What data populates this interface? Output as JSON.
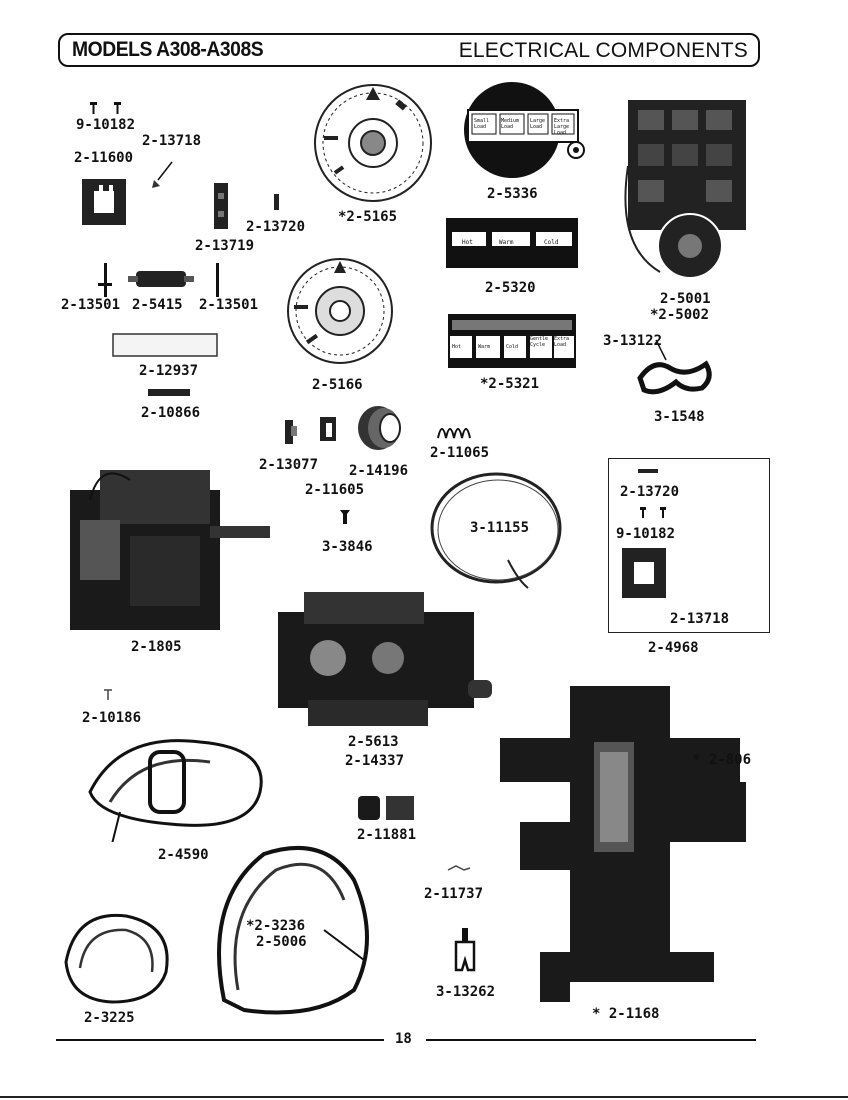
{
  "header": {
    "models": "MODELS A308-A308S",
    "section": "ELECTRICAL COMPONENTS"
  },
  "page_number": "18",
  "parts": {
    "p9_10182": "9-10182",
    "p2_13718": "2-13718",
    "p2_11600": "2-11600",
    "p2_13720": "2-13720",
    "p2_13719": "2-13719",
    "p2_5165": "*2-5165",
    "p2_5336": "2-5336",
    "p2_5320": "2-5320",
    "p2_5001": "2-5001",
    "p2_5002": "*2-5002",
    "p2_13501a": "2-13501",
    "p2_5415": "2-5415",
    "p2_13501b": "2-13501",
    "p2_12937": "2-12937",
    "p2_10866": "2-10866",
    "p2_5166": "2-5166",
    "p2_5321": "*2-5321",
    "p3_13122": "3-13122",
    "p3_1548": "3-1548",
    "p2_13077": "2-13077",
    "p2_14196": "2-14196",
    "p2_11065": "2-11065",
    "p2_11605": "2-11605",
    "p3_3846": "3-3846",
    "p3_11155": "3-11155",
    "p2_1805": "2-1805",
    "kit_2_13720": "2-13720",
    "kit_9_10182": "9-10182",
    "kit_2_13718": "2-13718",
    "p2_4968": "2-4968",
    "p2_10186": "2-10186",
    "p2_5613": "2-5613",
    "p2_14337": "2-14337",
    "p2_806": "* 2-806",
    "p2_4590": "2-4590",
    "p2_11881": "2-11881",
    "p2_11737": "2-11737",
    "p2_3236": "*2-3236",
    "p2_5006": "2-5006",
    "p3_13262": "3-13262",
    "p2_3225": "2-3225",
    "p2_1168": "* 2-1168"
  },
  "switch_labels": {
    "s5336": [
      "Small Load",
      "Medium Load",
      "Large Load",
      "Extra Large Load"
    ],
    "s5320": [
      "Hot",
      "Warm",
      "Cold"
    ],
    "s5321": [
      "Hot",
      "Warm",
      "Cold",
      "Gentle Cycle",
      "Extra Load"
    ]
  }
}
